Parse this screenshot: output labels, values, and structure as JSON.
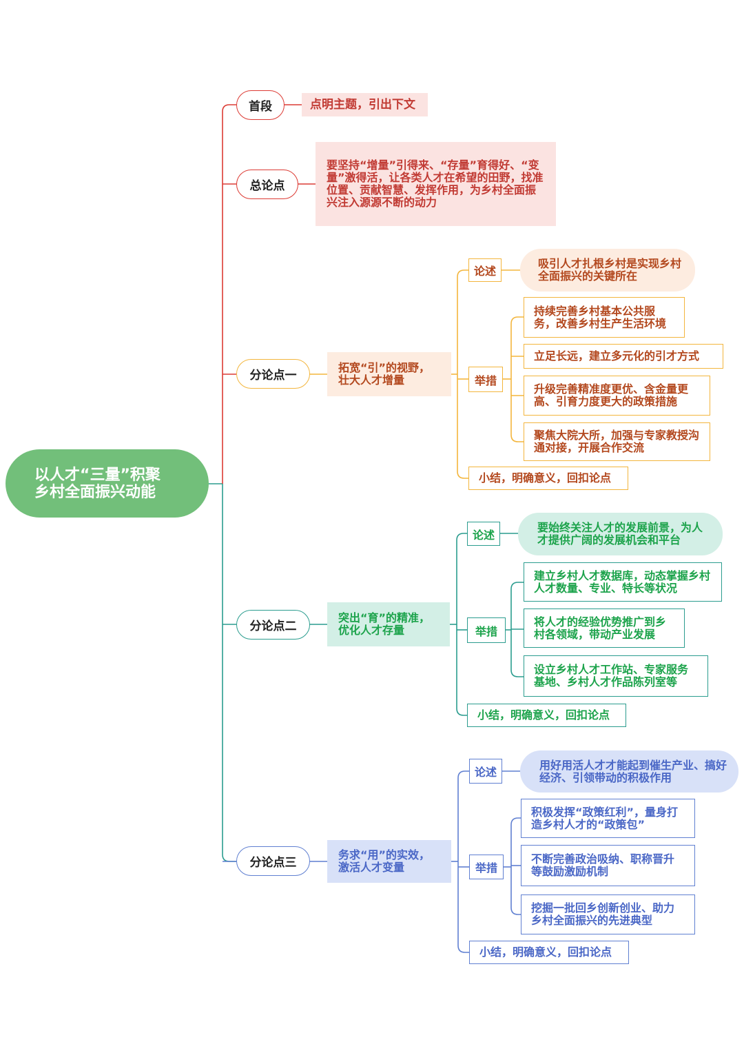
{
  "root": "以人才“三量”积聚\n乡村全面振兴动能",
  "colors": {
    "root_bg": "#72bf7a",
    "red": "#dc3a33",
    "orange": "#f3b53c",
    "teal": "#2a9c8e",
    "blue": "#5f7fd1"
  },
  "sections": {
    "intro": {
      "label": "首段",
      "text": "点明主题，引出下文"
    },
    "thesis": {
      "label": "总论点",
      "text": "要坚持“增量”引得来、“存量”育得好、“变量”激得活，让各类人才在希望的田野，找准位置、贡献智慧、发挥作用，为乡村全面振兴注入源源不断的动力"
    },
    "p1": {
      "label": "分论点一",
      "title": "拓宽“引”的视野，壮大人才增量",
      "lunshu_label": "论述",
      "lunshu": "吸引人才扎根乡村是实现乡村全面振兴的关键所在",
      "jucuo_label": "举措",
      "measures": [
        "持续完善乡村基本公共服务，改善乡村生产生活环境",
        "立足长远，建立多元化的引才方式",
        "升级完善精准度更优、含金量更高、引育力度更大的政策措施",
        "聚焦大院大所，加强与专家教授沟通对接，开展合作交流"
      ],
      "summary": "小结，明确意义，回扣论点"
    },
    "p2": {
      "label": "分论点二",
      "title": "突出“育”的精准，优化人才存量",
      "lunshu_label": "论述",
      "lunshu": "要始终关注人才的发展前景，为人才提供广阔的发展机会和平台",
      "jucuo_label": "举措",
      "measures": [
        "建立乡村人才数据库，动态掌握乡村人才数量、专业、特长等状况",
        "将人才的经验优势推广到乡村各领域，带动产业发展",
        "设立乡村人才工作站、专家服务基地、乡村人才作品陈列室等"
      ],
      "summary": "小结，明确意义，回扣论点"
    },
    "p3": {
      "label": "分论点三",
      "title": "务求“用”的实效，激活人才变量",
      "lunshu_label": "论述",
      "lunshu": "用好用活人才才能起到催生产业、搞好经济、引领带动的积极作用",
      "jucuo_label": "举措",
      "measures": [
        "积极发挥“政策红利”，量身打造乡村人才的“政策包”",
        "不断完善政治吸纳、职称晋升等鼓励激励机制",
        "挖掘一批回乡创新创业、助力乡村全面振兴的先进典型"
      ],
      "summary": "小结，明确意义，回扣论点"
    }
  }
}
